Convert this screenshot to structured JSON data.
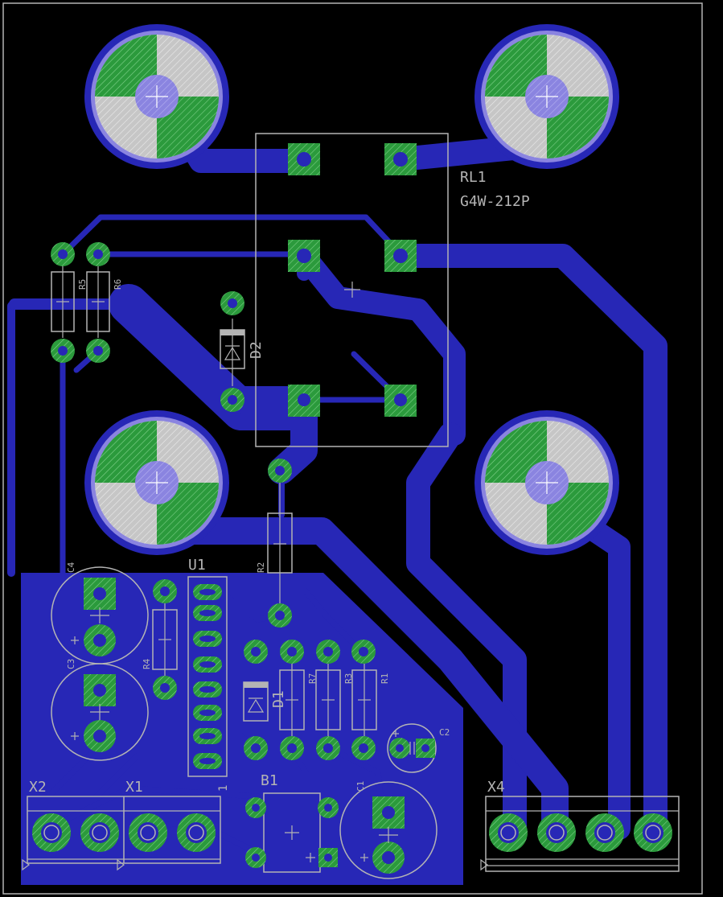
{
  "components": {
    "rl1_name": "RL1",
    "rl1_value": "G4W-212P",
    "u1": "U1",
    "u1_pin1": "1",
    "r1": "R1",
    "r2": "R2",
    "r3": "R3",
    "r4": "R4",
    "r5": "R5",
    "r6": "R6",
    "r7": "R7",
    "d1": "D1",
    "d2": "D2",
    "c1": "C1",
    "c2": "C2",
    "c3": "C3",
    "c4": "C4",
    "b1": "B1",
    "x1": "X1",
    "x2": "X2",
    "x4": "X4"
  },
  "colors": {
    "background": "#000000",
    "copper": "#2727b6",
    "pad": "#2b9a3c",
    "silkscreen": "#b4b4b4"
  }
}
